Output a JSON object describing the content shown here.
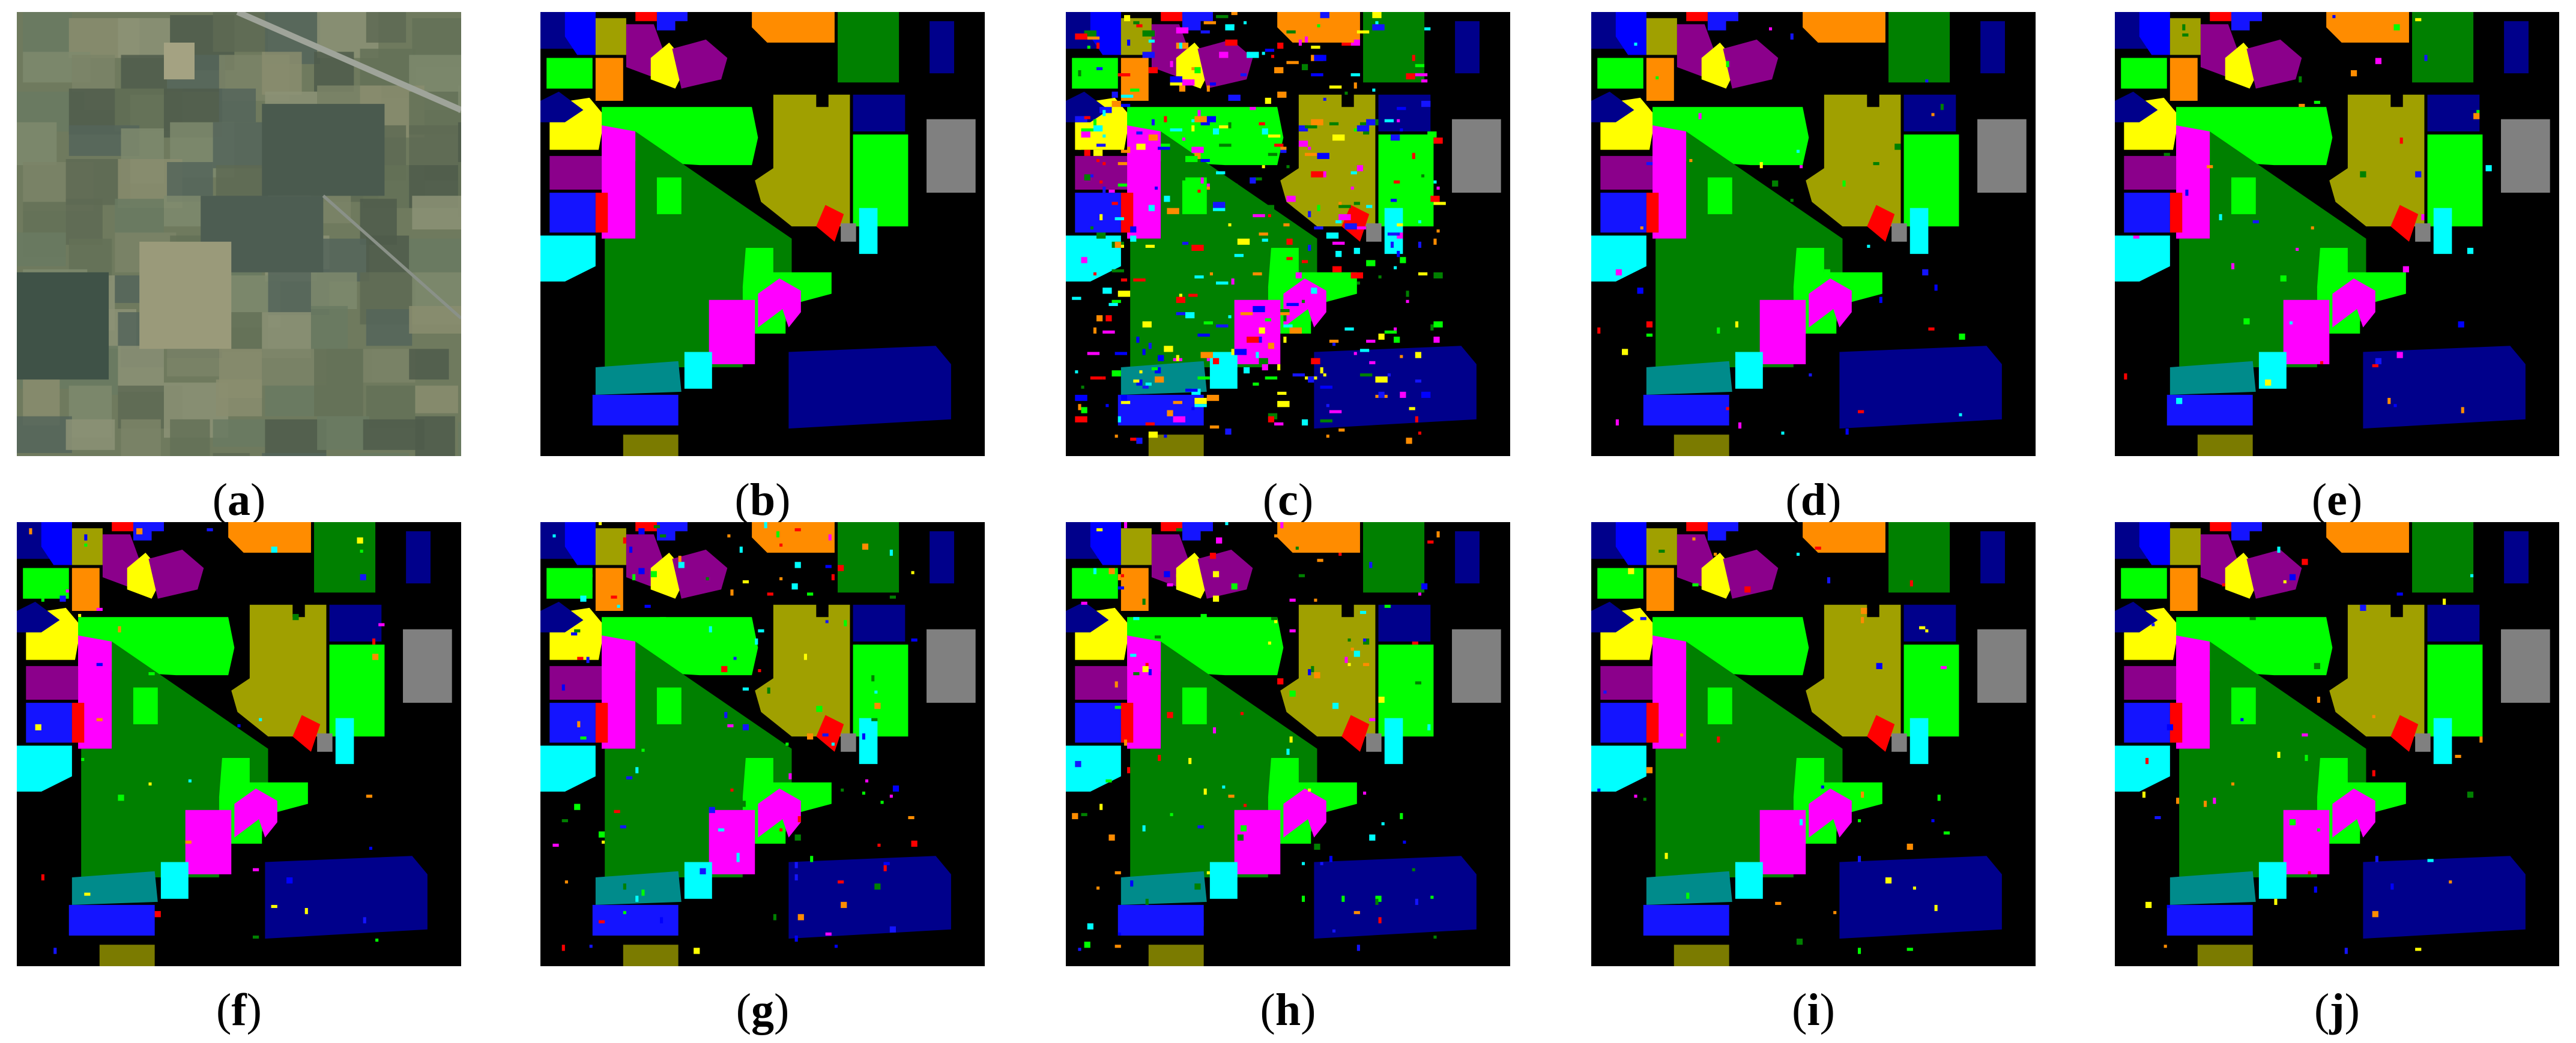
{
  "panels": [
    {
      "label": "a",
      "kind": "photo"
    },
    {
      "label": "b",
      "kind": "map",
      "noise": 0
    },
    {
      "label": "c",
      "kind": "map",
      "noise": 3
    },
    {
      "label": "d",
      "kind": "map",
      "noise": 1
    },
    {
      "label": "e",
      "kind": "map",
      "noise": 1
    },
    {
      "label": "f",
      "kind": "map",
      "noise": 1
    },
    {
      "label": "g",
      "kind": "map",
      "noise": 2
    },
    {
      "label": "h",
      "kind": "map",
      "noise": 2
    },
    {
      "label": "i",
      "kind": "map",
      "noise": 1
    },
    {
      "label": "j",
      "kind": "map",
      "noise": 1
    }
  ],
  "palette": {
    "background": "#000000",
    "alfalfa": "#ffff00",
    "corn_notill": "#0000ff",
    "corn_mintill": "#ff8c00",
    "corn": "#00ff00",
    "grass_pasture": "#ff00ff",
    "grass_trees": "#00ffff",
    "grass_mowed": "#ff0000",
    "hay": "#a0a000",
    "oats": "#808080",
    "soybean_notill": "#008000",
    "soybean_mintill": "#1e8c1e",
    "soybean_clean": "#8b008b",
    "wheat": "#7b7b00",
    "woods": "#00008b",
    "buildings": "#008b8b",
    "stone_steel": "#1414ff"
  }
}
